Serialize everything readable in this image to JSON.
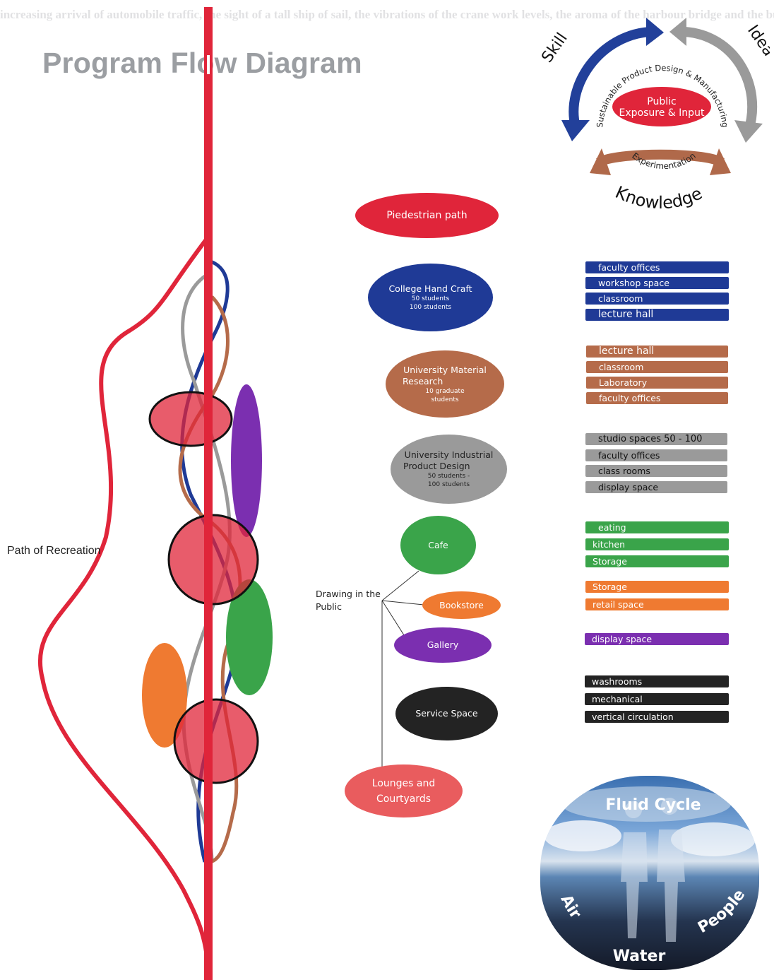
{
  "header_text": "increasing arrival of automobile traffic, the sight of a tall ship of sail, the vibrations of the crane work levels, the aroma of the harbour bridge and the busy circulation of people",
  "title": "Program Flow Diagram",
  "path_label": "Path of Recreation",
  "cycle": {
    "skill": "Skill",
    "idea": "Idea",
    "knowledge": "Knowledge",
    "inner_top": "Sustainable Product Design & Manufacturing",
    "inner_bottom": "Experimentation",
    "center_line1": "Public",
    "center_line2": "Exposure & Input"
  },
  "ovals": {
    "pedestrian": "Piedestrian path",
    "handcraft_title": "College Hand Craft",
    "handcraft_sub1": "50 students",
    "handcraft_sub2": "100 students",
    "material_title1": "University Material",
    "material_title2": "Research",
    "material_sub1": "10 graduate",
    "material_sub2": "students",
    "industrial_title1": "University Industrial",
    "industrial_title2": "Product Design",
    "industrial_sub1": "50 students -",
    "industrial_sub2": "100 students",
    "cafe": "Cafe",
    "bookstore": "Bookstore",
    "gallery": "Gallery",
    "service": "Service Space",
    "lounges1": "Lounges and",
    "lounges2": "Courtyards"
  },
  "drawing_label1": "Drawing in the",
  "drawing_label2": "Public",
  "bars": {
    "blue": [
      "faculty offices",
      "workshop space",
      "classroom",
      "lecture hall"
    ],
    "brown": [
      "lecture hall",
      "classroom",
      "Laboratory",
      "faculty offices"
    ],
    "grey": [
      "studio spaces  50 - 100",
      "faculty offices",
      "class rooms",
      "display space"
    ],
    "green": [
      "eating",
      "kitchen",
      "Storage"
    ],
    "orange": [
      "Storage",
      "retail space"
    ],
    "purple": [
      "display space"
    ],
    "black": [
      "washrooms",
      "mechanical",
      "vertical circulation"
    ]
  },
  "fluid": {
    "title": "Fluid Cycle",
    "air": "Air",
    "water": "Water",
    "people": "People"
  },
  "colors": {
    "red": "#e0253a",
    "blue": "#1f3a96",
    "brown": "#b56b4a",
    "grey": "#9a9a9a",
    "green": "#3aa44a",
    "orange": "#ef7a31",
    "purple": "#7b2fb0",
    "black": "#232323"
  }
}
